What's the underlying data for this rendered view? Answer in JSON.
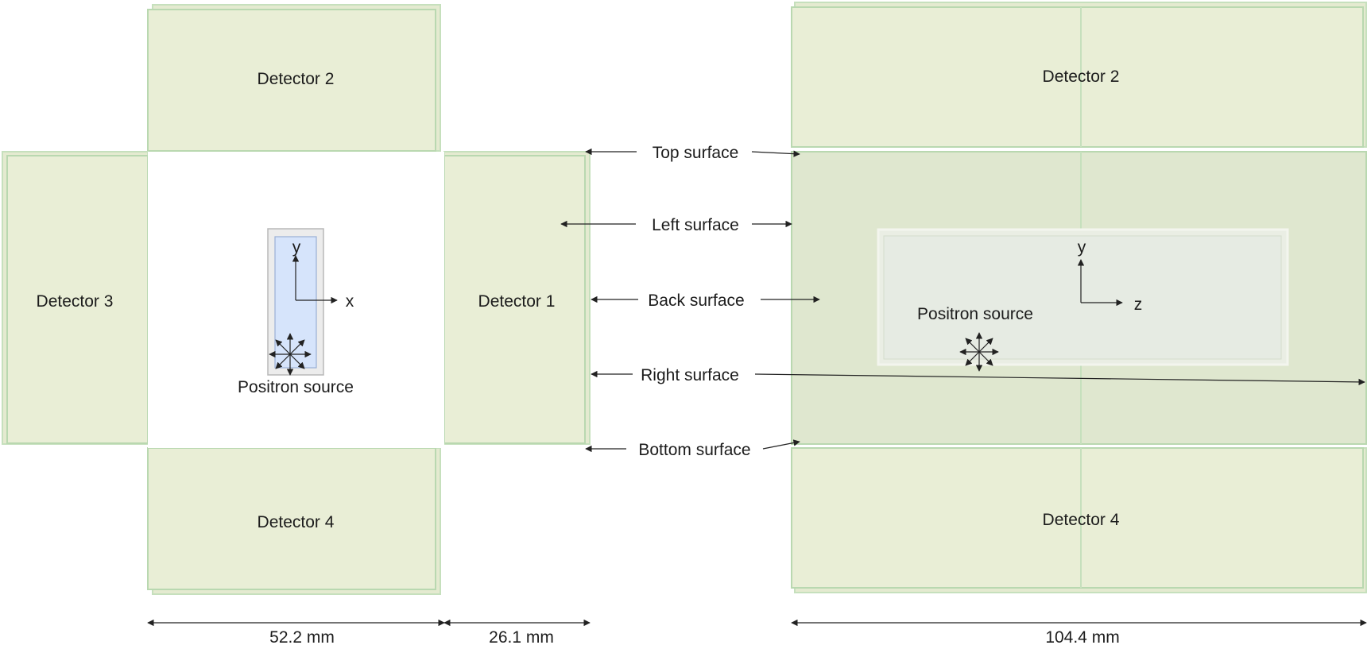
{
  "left_view": {
    "detectors": {
      "top": "Detector 2",
      "left": "Detector 3",
      "right": "Detector 1",
      "bottom": "Detector 4"
    },
    "axis_y": "y",
    "axis_x": "x",
    "source": "Positron source"
  },
  "right_view": {
    "detectors": {
      "top": "Detector 2",
      "bottom": "Detector 4"
    },
    "axis_y": "y",
    "axis_z": "z",
    "source": "Positron source"
  },
  "surfaces": {
    "top": "Top surface",
    "left": "Left surface",
    "back": "Back surface",
    "right": "Right surface",
    "bottom": "Bottom surface"
  },
  "dimensions": {
    "inner_width": "52.2 mm",
    "thickness": "26.1 mm",
    "length": "104.4 mm"
  },
  "colors": {
    "detector": "#e9eed6",
    "detector_edge": "#b9d8b0",
    "source_fill": "#d6e4fb",
    "source_edge": "#9ab0d6"
  }
}
